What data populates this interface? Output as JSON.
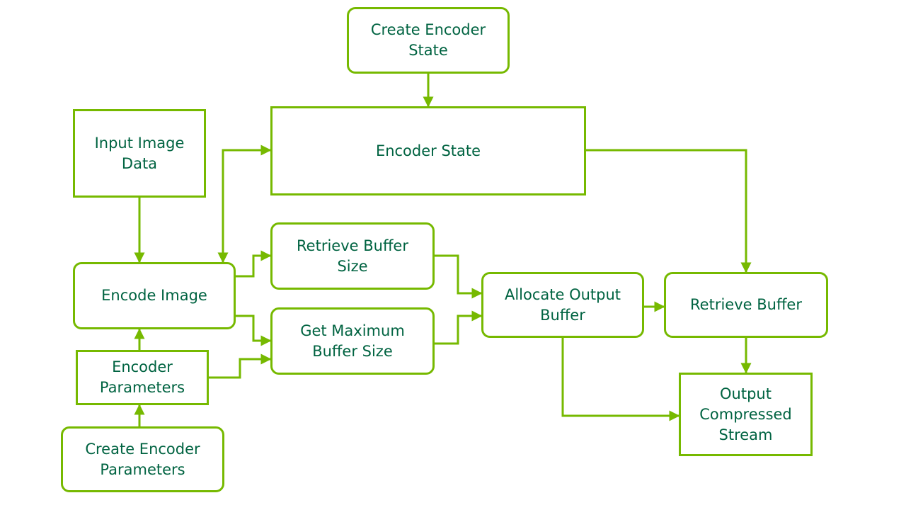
{
  "colors": {
    "stroke": "#76b900",
    "text": "#006341",
    "background": "#ffffff"
  },
  "nodes": {
    "create_encoder_state": "Create Encoder\nState",
    "encoder_state": "Encoder State",
    "input_image_data": "Input Image\nData",
    "encode_image": "Encode Image",
    "retrieve_buffer_size": "Retrieve Buffer\nSize",
    "get_maximum_buffer_size": "Get Maximum\nBuffer Size",
    "allocate_output_buffer": "Allocate Output\nBuffer",
    "retrieve_buffer": "Retrieve Buffer",
    "output_compressed_stream": "Output\nCompressed\nStream",
    "encoder_parameters": "Encoder\nParameters",
    "create_encoder_parameters": "Create Encoder\nParameters"
  },
  "edges": [
    {
      "from": "create_encoder_state",
      "to": "encoder_state"
    },
    {
      "from": "encoder_state",
      "to": "retrieve_buffer"
    },
    {
      "from": "input_image_data",
      "to": "encode_image"
    },
    {
      "from": "encode_image",
      "to": "encoder_state"
    },
    {
      "from": "encoder_state",
      "to": "encode_image"
    },
    {
      "from": "encode_image",
      "to": "retrieve_buffer_size"
    },
    {
      "from": "encode_image",
      "to": "get_maximum_buffer_size"
    },
    {
      "from": "retrieve_buffer_size",
      "to": "allocate_output_buffer"
    },
    {
      "from": "get_maximum_buffer_size",
      "to": "allocate_output_buffer"
    },
    {
      "from": "allocate_output_buffer",
      "to": "retrieve_buffer"
    },
    {
      "from": "allocate_output_buffer",
      "to": "output_compressed_stream"
    },
    {
      "from": "retrieve_buffer",
      "to": "output_compressed_stream"
    },
    {
      "from": "encoder_parameters",
      "to": "encode_image"
    },
    {
      "from": "encoder_parameters",
      "to": "get_maximum_buffer_size"
    },
    {
      "from": "create_encoder_parameters",
      "to": "encoder_parameters"
    }
  ]
}
